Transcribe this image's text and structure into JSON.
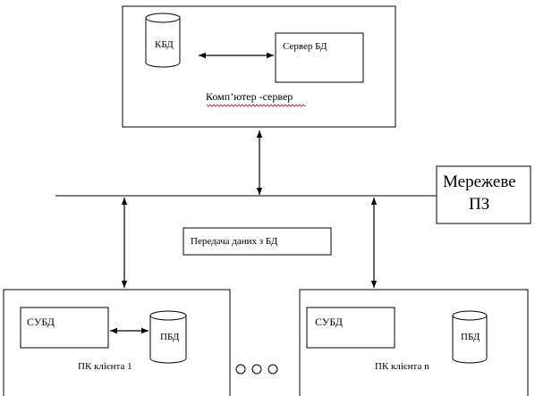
{
  "server": {
    "db_label": "КБД",
    "server_label": "Сервер БД",
    "computer_label": "Комп’ютер -сервер"
  },
  "network_box": {
    "line1": "Мережеве",
    "line2": "ПЗ"
  },
  "transfer_label": "Передача даних з БД",
  "client_1": {
    "dbms_label": "СУБД",
    "db_label": "ПБД",
    "pc_label": "ПК клієнта 1"
  },
  "client_n": {
    "dbms_label": "СУБД",
    "db_label": "ПБД",
    "pc_label": "ПК клієнта n"
  },
  "colors": {
    "line": "#000000",
    "background": "#ffffff",
    "spellcheck_underline": "#e00000"
  }
}
